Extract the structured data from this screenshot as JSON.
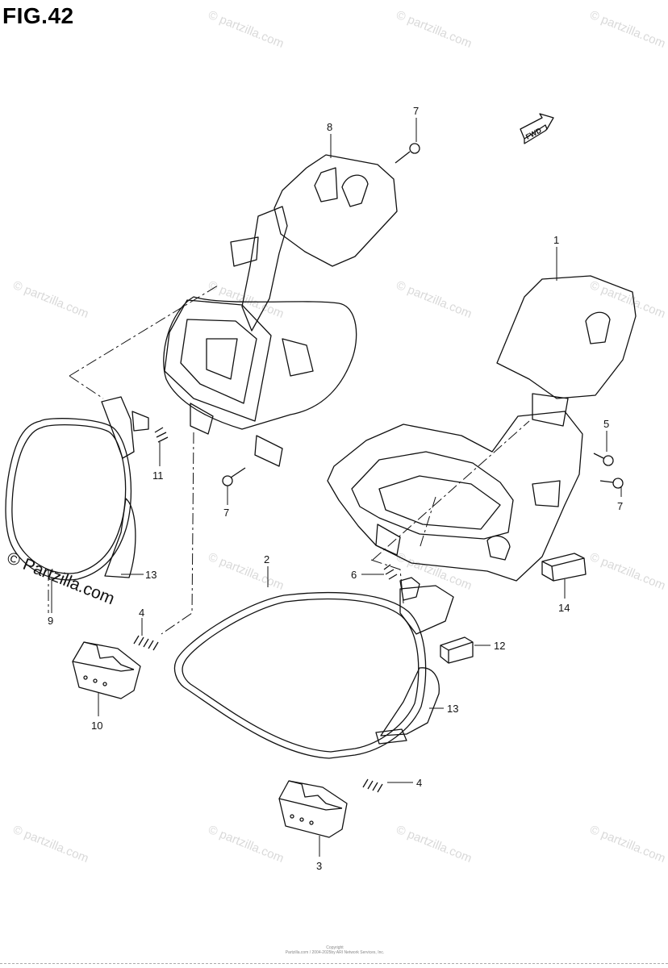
{
  "figure": {
    "title": "FIG.42"
  },
  "brand_mark": "© Partzilla.com",
  "watermark_text": "© partzilla.com",
  "fwd_label": "FWD",
  "callouts": {
    "c1": "1",
    "c2": "2",
    "c3": "3",
    "c4a": "4",
    "c4b": "4",
    "c5": "5",
    "c6": "6",
    "c7a": "7",
    "c7b": "7",
    "c7c": "7",
    "c8": "8",
    "c9": "9",
    "c10": "10",
    "c11": "11",
    "c12": "12",
    "c13a": "13",
    "c13b": "13",
    "c14": "14"
  },
  "footer": {
    "line1": "Copyright",
    "line2": "Partzilla.com / 2004-2025by ARI Network Services, Inc."
  }
}
